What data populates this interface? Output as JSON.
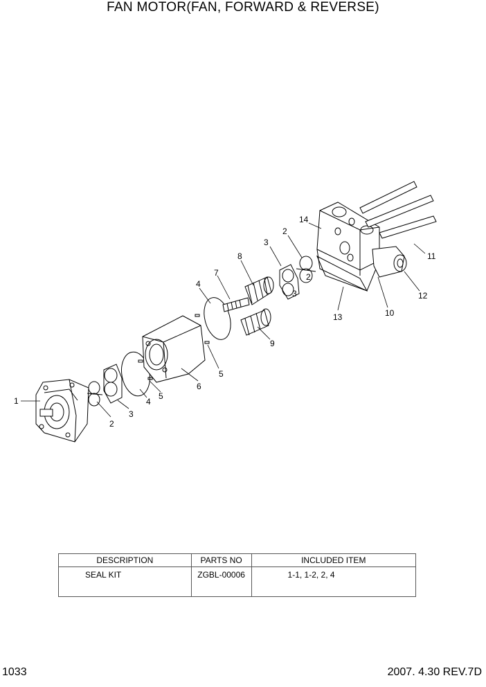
{
  "header": {
    "title": "FAN MOTOR(FAN, FORWARD & REVERSE)"
  },
  "callouts": [
    "1",
    "2",
    "3",
    "4",
    "5",
    "6",
    "4",
    "5",
    "2",
    "3",
    "7",
    "8",
    "9",
    "14",
    "2",
    "3",
    "11",
    "12",
    "13",
    "10"
  ],
  "kit_table": {
    "headers": [
      "DESCRIPTION",
      "PARTS NO",
      "INCLUDED ITEM"
    ],
    "rows": [
      {
        "description": "SEAL KIT",
        "parts_no": "ZGBL-00006",
        "included_item": "1-1, 1-2, 2, 4"
      }
    ]
  },
  "footer": {
    "page_number": "1033",
    "revision": "2007. 4.30  REV.7D"
  }
}
